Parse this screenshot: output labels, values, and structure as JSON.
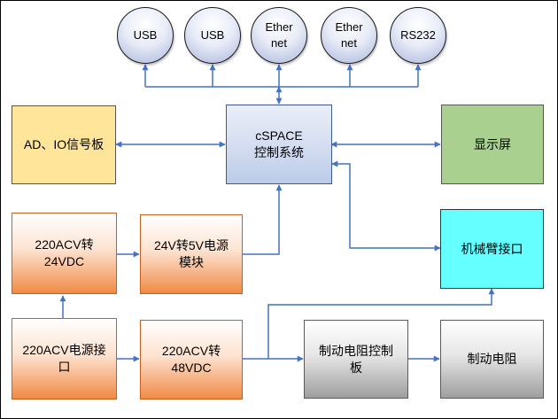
{
  "ports": [
    {
      "id": "usb1",
      "label": "USB"
    },
    {
      "id": "usb2",
      "label": "USB"
    },
    {
      "id": "eth1",
      "label": "Ether\nnet"
    },
    {
      "id": "eth2",
      "label": "Ether\nnet"
    },
    {
      "id": "rs232",
      "label": "RS232"
    }
  ],
  "boxes": {
    "ad_io": "AD、IO信号板",
    "cspace": "cSPACE\n控制系统",
    "display": "显示屏",
    "ac_24vdc": "220ACV转\n24VDC",
    "dc_24_5": "24V转5V电源\n模块",
    "arm_port": "机械臂接口",
    "power_in": "220ACV电源接\n口",
    "ac_48vdc": "220ACV转\n48VDC",
    "brake_ctrl": "制动电阻控制\n板",
    "brake_res": "制动电阻"
  },
  "colors": {
    "wire": "#4472c4",
    "orange_border": "#c95f1c",
    "blue_box": "#d5def1",
    "yellow_box": "#fee599",
    "green_box": "#a9d08e",
    "cyan_box": "#66ffff",
    "gray_box": "#d9d9d9"
  }
}
